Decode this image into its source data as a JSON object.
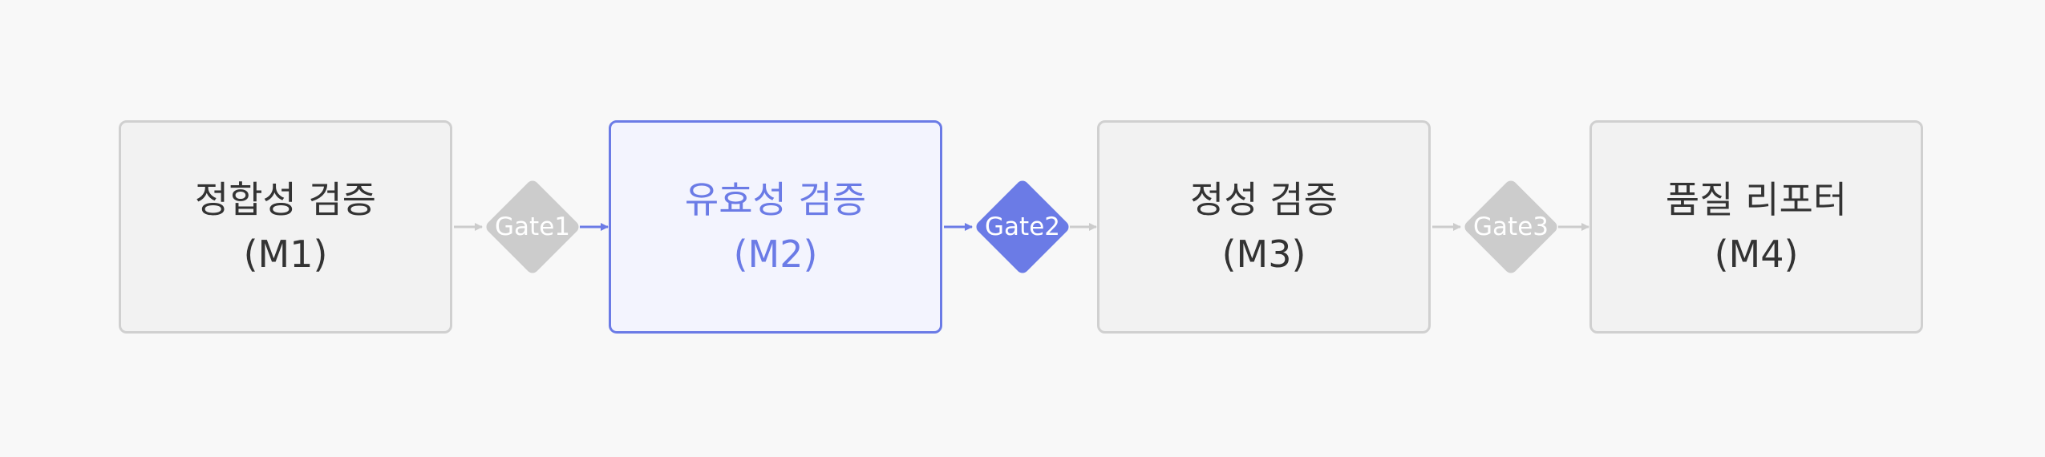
{
  "diagram": {
    "steps": [
      {
        "title": "정합성 검증",
        "code": "(M1)",
        "active": false
      },
      {
        "title": "유효성 검증",
        "code": "(M2)",
        "active": true
      },
      {
        "title": "정성 검증",
        "code": "(M3)",
        "active": false
      },
      {
        "title": "품질 리포터",
        "code": "(M4)",
        "active": false
      }
    ],
    "gates": [
      {
        "label": "Gate1",
        "active": false
      },
      {
        "label": "Gate2",
        "active": true
      },
      {
        "label": "Gate3",
        "active": false
      }
    ]
  },
  "colors": {
    "background": "#f8f8f8",
    "inactive_border": "#d0d0d0",
    "inactive_fill": "#f2f2f2",
    "inactive_gate": "#cccccc",
    "active_accent": "#6b7be6",
    "active_fill": "#f3f4fe",
    "text": "#333333"
  }
}
